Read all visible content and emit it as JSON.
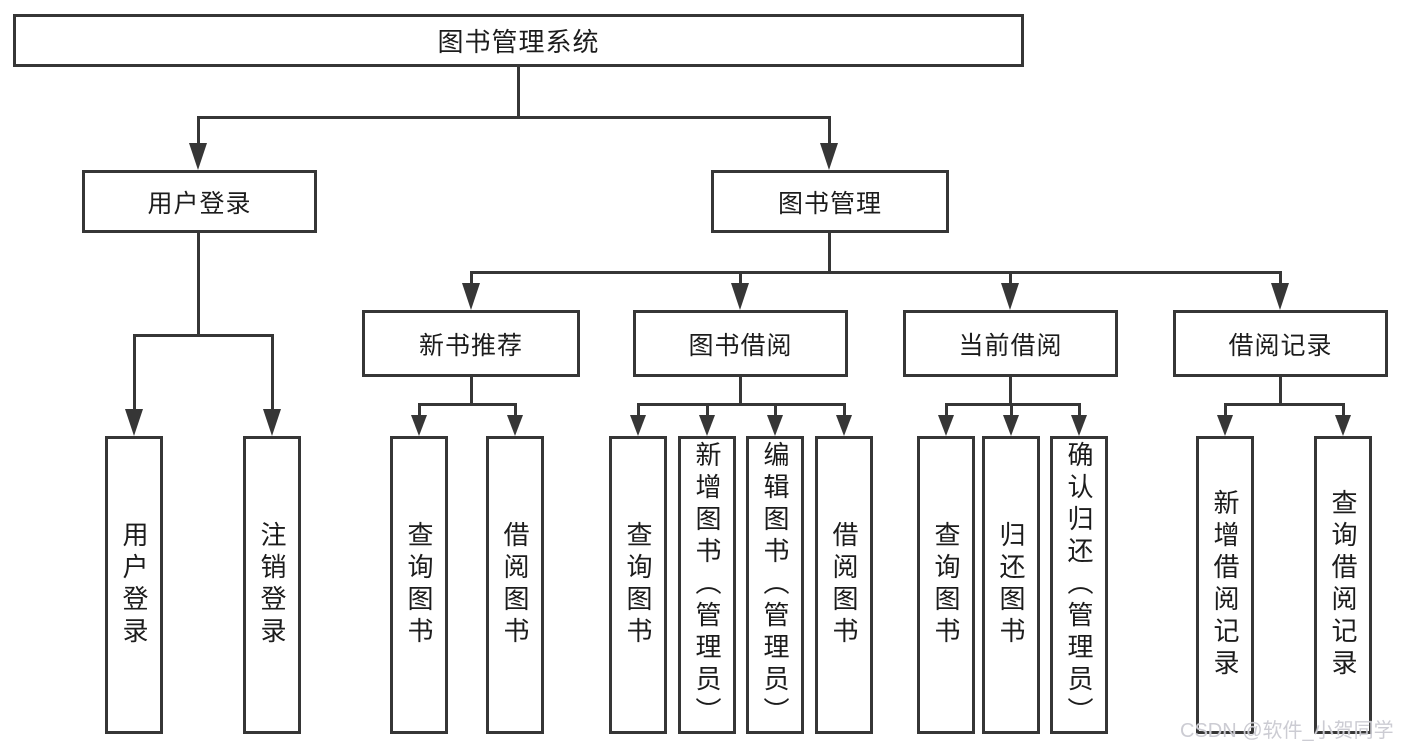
{
  "diagram": {
    "root": {
      "label": "图书管理系统",
      "children": [
        {
          "label": "用户登录",
          "children": [
            {
              "label": "用户登录"
            },
            {
              "label": "注销登录"
            }
          ]
        },
        {
          "label": "图书管理",
          "children": [
            {
              "label": "新书推荐",
              "children": [
                {
                  "label": "查询图书"
                },
                {
                  "label": "借阅图书"
                }
              ]
            },
            {
              "label": "图书借阅",
              "children": [
                {
                  "label": "查询图书"
                },
                {
                  "label": "新增图书（管理员）"
                },
                {
                  "label": "编辑图书（管理员）"
                },
                {
                  "label": "借阅图书"
                }
              ]
            },
            {
              "label": "当前借阅",
              "children": [
                {
                  "label": "查询图书"
                },
                {
                  "label": "归还图书"
                },
                {
                  "label": "确认归还（管理员）"
                }
              ]
            },
            {
              "label": "借阅记录",
              "children": [
                {
                  "label": "新增借阅记录"
                },
                {
                  "label": "查询借阅记录"
                }
              ]
            }
          ]
        }
      ]
    }
  },
  "watermark": {
    "text": "CSDN @软件_小贺同学",
    "color": "#c9c9d1"
  },
  "style": {
    "line_color": "#363636",
    "box_border_color": "#363636",
    "text_color": "#1c1c1c",
    "background": "#ffffff"
  }
}
